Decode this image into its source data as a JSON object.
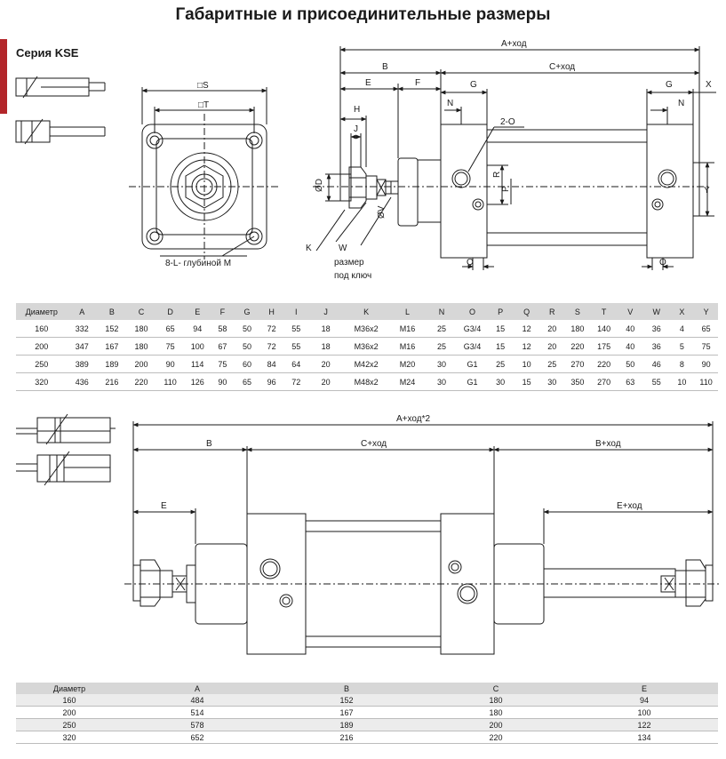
{
  "title": "Габаритные и присоединительные размеры",
  "series": "Серия KSE",
  "top_labels": {
    "a_stroke": "A+ход",
    "b": "B",
    "c_stroke": "C+ход",
    "e": "E",
    "f": "F",
    "g1": "G",
    "g2": "G",
    "x": "X",
    "h": "H",
    "n1": "N",
    "n2": "N",
    "j": "J",
    "two_o": "2-O",
    "d": "ØD",
    "v": "ØV",
    "r": "R",
    "p": "P",
    "y": "Y",
    "k": "K",
    "w": "W",
    "q1": "Q",
    "q2": "Q",
    "s": "□S",
    "t": "□T",
    "depth": "8-L- глубиной M",
    "wrench1": "размер",
    "wrench2": "под ключ"
  },
  "bottom_labels": {
    "a_stroke2": "A+ход*2",
    "b": "B",
    "c_stroke": "C+ход",
    "b_stroke": "B+ход",
    "e": "E",
    "e_stroke": "E+ход"
  },
  "table1": {
    "headers": [
      "Диаметр",
      "A",
      "B",
      "C",
      "D",
      "E",
      "F",
      "G",
      "H",
      "I",
      "J",
      "K",
      "L",
      "N",
      "O",
      "P",
      "Q",
      "R",
      "S",
      "T",
      "V",
      "W",
      "X",
      "Y"
    ],
    "rows": [
      [
        "160",
        "332",
        "152",
        "180",
        "65",
        "94",
        "58",
        "50",
        "72",
        "55",
        "18",
        "M36x2",
        "M16",
        "25",
        "G3/4",
        "15",
        "12",
        "20",
        "180",
        "140",
        "40",
        "36",
        "4",
        "65"
      ],
      [
        "200",
        "347",
        "167",
        "180",
        "75",
        "100",
        "67",
        "50",
        "72",
        "55",
        "18",
        "M36x2",
        "M16",
        "25",
        "G3/4",
        "15",
        "12",
        "20",
        "220",
        "175",
        "40",
        "36",
        "5",
        "75"
      ],
      [
        "250",
        "389",
        "189",
        "200",
        "90",
        "114",
        "75",
        "60",
        "84",
        "64",
        "20",
        "M42x2",
        "M20",
        "30",
        "G1",
        "25",
        "10",
        "25",
        "270",
        "220",
        "50",
        "46",
        "8",
        "90"
      ],
      [
        "320",
        "436",
        "216",
        "220",
        "110",
        "126",
        "90",
        "65",
        "96",
        "72",
        "20",
        "M48x2",
        "M24",
        "30",
        "G1",
        "30",
        "15",
        "30",
        "350",
        "270",
        "63",
        "55",
        "10",
        "110"
      ]
    ]
  },
  "table2": {
    "headers": [
      "Диаметр",
      "A",
      "B",
      "C",
      "E"
    ],
    "rows": [
      [
        "160",
        "484",
        "152",
        "180",
        "94"
      ],
      [
        "200",
        "514",
        "167",
        "180",
        "100"
      ],
      [
        "250",
        "578",
        "189",
        "200",
        "122"
      ],
      [
        "320",
        "652",
        "216",
        "220",
        "134"
      ]
    ]
  }
}
